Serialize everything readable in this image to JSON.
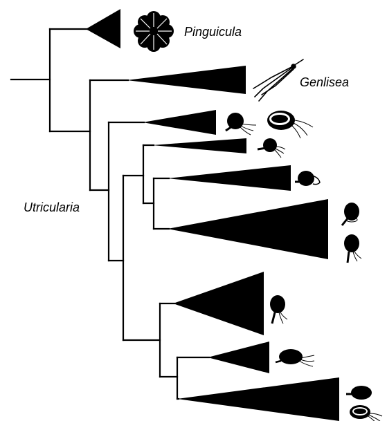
{
  "diagram": {
    "kind": "phylogenetic tree of Lentibulariaceae",
    "labels": {
      "pinguicula": "Pinguicula",
      "genlisea": "Genlisea",
      "utricularia": "Utricularia"
    },
    "clades": [
      {
        "id": "pinguicula",
        "label": "Pinguicula",
        "icon": "rosette-flower-icon"
      },
      {
        "id": "genlisea",
        "label": "Genlisea",
        "icon": "forked-trap-icon"
      },
      {
        "id": "utricularia-1",
        "label": "",
        "icon": "bladder-trap-icon"
      },
      {
        "id": "utricularia-2",
        "label": "",
        "icon": "bladder-trap-icon"
      },
      {
        "id": "utricularia-3",
        "label": "",
        "icon": "bladder-trap-icon"
      },
      {
        "id": "utricularia-4",
        "label": "",
        "icon": "bladder-trap-icon"
      },
      {
        "id": "utricularia-5",
        "label": "",
        "icon": "bladder-trap-icon"
      },
      {
        "id": "utricularia-6",
        "label": "",
        "icon": "bladder-trap-icon"
      },
      {
        "id": "utricularia-7",
        "label": "",
        "icon": "bladder-trap-icon"
      }
    ],
    "colors": {
      "ink": "#000000",
      "background": "#ffffff"
    }
  }
}
